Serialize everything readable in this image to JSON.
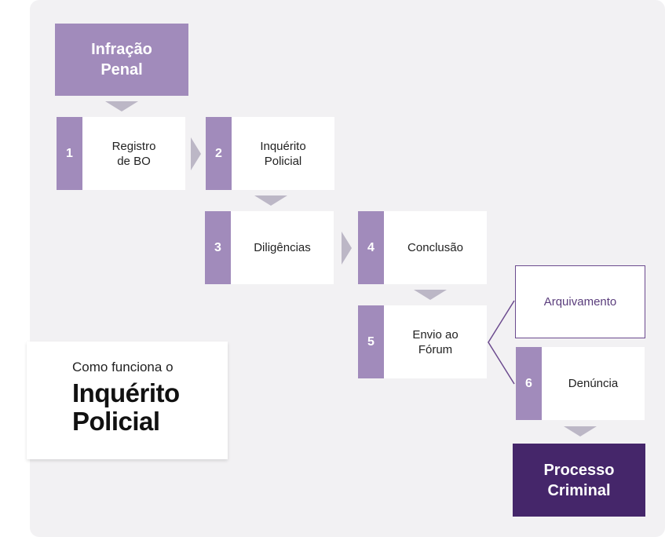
{
  "start": {
    "label": "Infração Penal"
  },
  "steps": [
    {
      "num": "1",
      "label": "Registro\nde BO"
    },
    {
      "num": "2",
      "label": "Inquérito\nPolicial"
    },
    {
      "num": "3",
      "label": "Diligências"
    },
    {
      "num": "4",
      "label": "Conclusão"
    },
    {
      "num": "5",
      "label": "Envio ao\nFórum"
    },
    {
      "num": "6",
      "label": "Denúncia"
    }
  ],
  "alternative": {
    "label": "Arquivamento"
  },
  "end": {
    "label": "Processo Criminal"
  },
  "caption": {
    "intro": "Como funciona o",
    "title": "Inquérito Policial"
  },
  "colors": {
    "accent": "#a18bbb",
    "dark": "#45266a",
    "arrow": "#bcb7c6",
    "background": "#f2f1f3"
  }
}
